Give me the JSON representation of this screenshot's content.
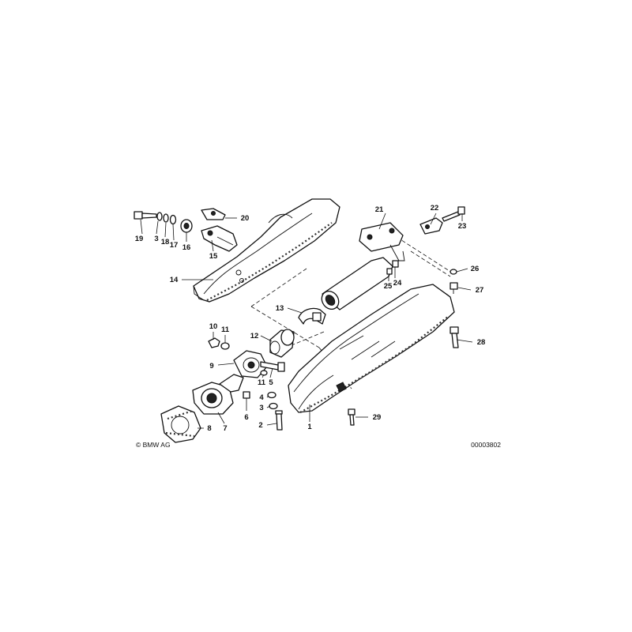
{
  "labels": {
    "l1": "1",
    "l2": "2",
    "l3a": "3",
    "l3b": "3",
    "l4": "4",
    "l5": "5",
    "l6": "6",
    "l7": "7",
    "l8": "8",
    "l9": "9",
    "l10": "10",
    "l11a": "11",
    "l11b": "11",
    "l12": "12",
    "l13": "13",
    "l14": "14",
    "l15": "15",
    "l16": "16",
    "l17": "17",
    "l18": "18",
    "l19": "19",
    "l20": "20",
    "l21": "21",
    "l22": "22",
    "l23": "23",
    "l24": "24",
    "l25": "25",
    "l26": "26",
    "l27": "27",
    "l28": "28",
    "l29": "29"
  },
  "footer": {
    "copyright": "© BMW AG",
    "image_number": "00003802"
  }
}
